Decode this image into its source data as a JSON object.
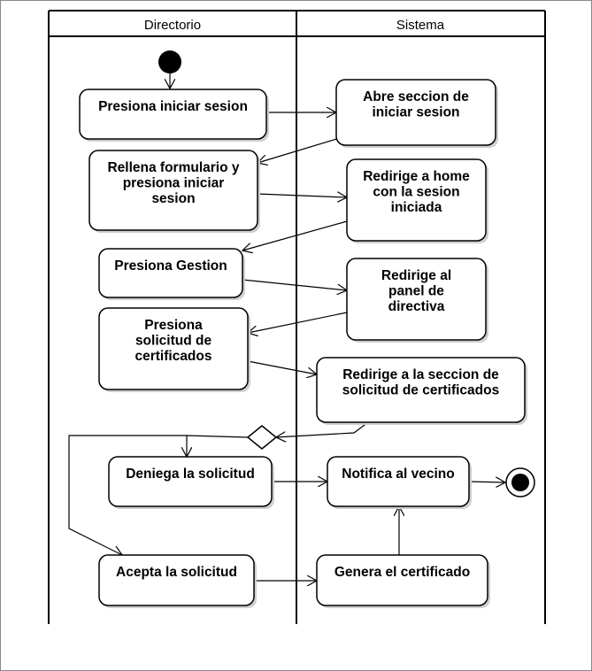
{
  "lanes": [
    {
      "id": "directorio",
      "title": "Directorio"
    },
    {
      "id": "sistema",
      "title": "Sistema"
    }
  ],
  "nodes": {
    "presiona_iniciar": {
      "lines": [
        "Presiona iniciar sesion"
      ]
    },
    "abre_seccion": {
      "lines": [
        "Abre seccion de",
        "iniciar sesion"
      ]
    },
    "rellena_formulario": {
      "lines": [
        "Rellena formulario y",
        "presiona iniciar",
        "sesion"
      ]
    },
    "redirige_home": {
      "lines": [
        "Redirige a home",
        "con la sesion",
        "iniciada"
      ]
    },
    "presiona_gestion": {
      "lines": [
        "Presiona Gestion"
      ]
    },
    "redirige_panel": {
      "lines": [
        "Redirige al",
        "panel de",
        "directiva"
      ]
    },
    "presiona_solicitud": {
      "lines": [
        "Presiona",
        "solicitud de",
        "certificados"
      ]
    },
    "redirige_seccion_solicitud": {
      "lines": [
        "Redirige a la seccion de",
        "solicitud de certificados"
      ]
    },
    "deniega": {
      "lines": [
        "Deniega la solicitud"
      ]
    },
    "notifica": {
      "lines": [
        "Notifica al vecino"
      ]
    },
    "acepta": {
      "lines": [
        "Acepta la solicitud"
      ]
    },
    "genera": {
      "lines": [
        "Genera el certificado"
      ]
    }
  },
  "style": {
    "stroke": "#000000",
    "fill": "#ffffff",
    "shadow": "#cfcfcf"
  }
}
